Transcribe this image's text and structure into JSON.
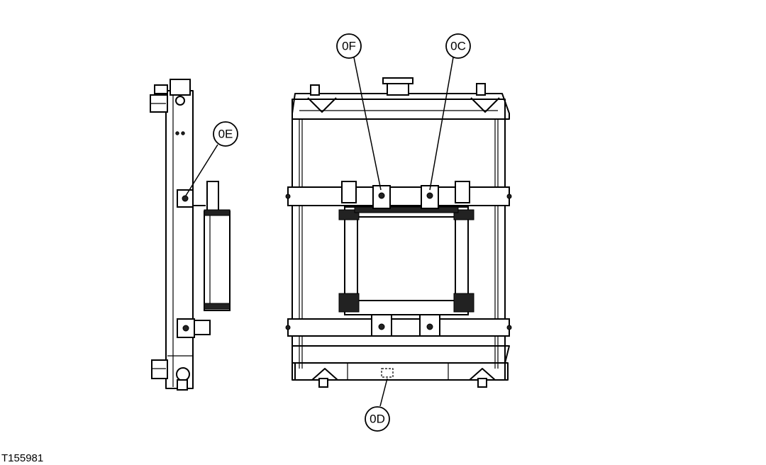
{
  "figure_id": "T155981",
  "callouts": [
    {
      "id": "0F",
      "label": "0F"
    },
    {
      "id": "0C",
      "label": "0C"
    },
    {
      "id": "0E",
      "label": "0E"
    },
    {
      "id": "0D",
      "label": "0D"
    }
  ]
}
